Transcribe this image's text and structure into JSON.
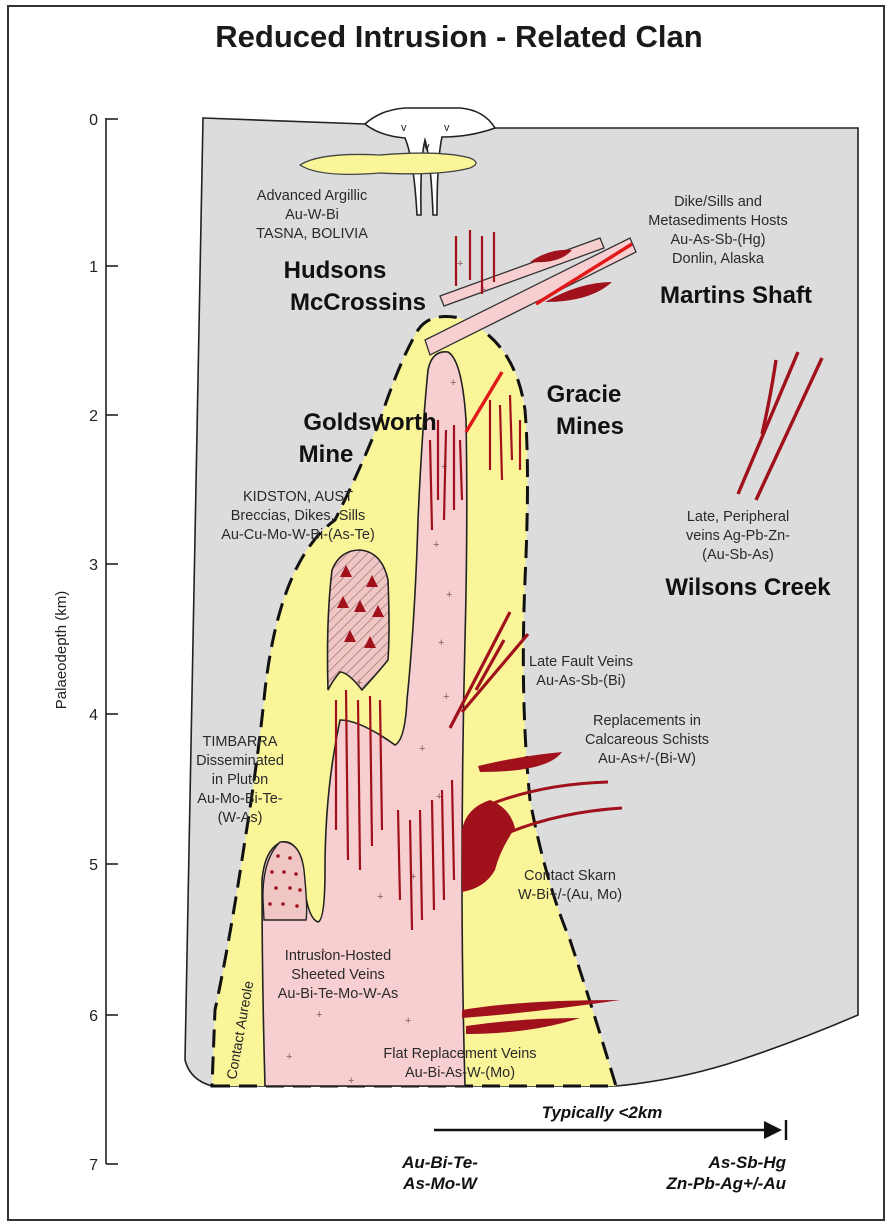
{
  "title": "Reduced Intrusion - Related Clan",
  "y_axis": {
    "label": "Palaeodepth (km)",
    "ticks": [
      "0",
      "1",
      "2",
      "3",
      "4",
      "5",
      "6",
      "7"
    ]
  },
  "deposit_labels": {
    "advanced_argillic": [
      "Advanced Argillic",
      "Au-W-Bi",
      "TASNA, BOLIVIA"
    ],
    "dike_sills": [
      "Dike/Sills and",
      "Metasediments Hosts",
      "Au-As-Sb-(Hg)",
      "Donlin, Alaska"
    ],
    "kidston": [
      "KIDSTON, AUST",
      "Breccias, Dikes, Sills",
      "Au-Cu-Mo-W-Bi-(As-Te)"
    ],
    "late_peripheral": [
      "Late, Peripheral",
      "veins Ag-Pb-Zn-",
      "(Au-Sb-As)"
    ],
    "late_fault": [
      "Late Fault Veins",
      "Au-As-Sb-(Bi)"
    ],
    "replacements": [
      "Replacements in",
      "Calcareous Schists",
      "Au-As+/-(Bi-W)"
    ],
    "timbarra": [
      "TIMBARRA",
      "Disseminated",
      "in Pluton",
      "Au-Mo-Bi-Te-",
      "(W-As)"
    ],
    "contact_skarn": [
      "Contact Skarn",
      "W-Bi+/-(Au, Mo)"
    ],
    "sheeted_veins": [
      "Intrusion-Hosted",
      "Sheeted Veins",
      "Au-Bi-Te-Mo-W-As"
    ],
    "flat_replacement": [
      "Flat Replacement Veins",
      "Au-Bi-As-W-(Mo)"
    ]
  },
  "contact_aureole": "Contact Aureole",
  "mine_names": {
    "hudsons": "Hudsons",
    "mccrossins": "McCrossins",
    "martins_shaft": "Martins Shaft",
    "gracie": "Gracie",
    "gracie_mines": "Mines",
    "goldsworth": "Goldsworth",
    "goldsworth_mine": "Mine",
    "wilsons_creek": "Wilsons Creek"
  },
  "distance_arrow": "Typically <2km",
  "bottom_left": [
    "Au-Bi-Te-",
    "As-Mo-W"
  ],
  "bottom_right": [
    "As-Sb-Hg",
    "Zn-Pb-Ag+/-Au"
  ],
  "colors": {
    "background_rock": "#dcdcdc",
    "aureole": "#fbf59a",
    "intrusion": "#f7cfd0",
    "veins": "#a0111b",
    "red_lines": "#e01818",
    "breccia_fill": "#f0c6c4"
  }
}
